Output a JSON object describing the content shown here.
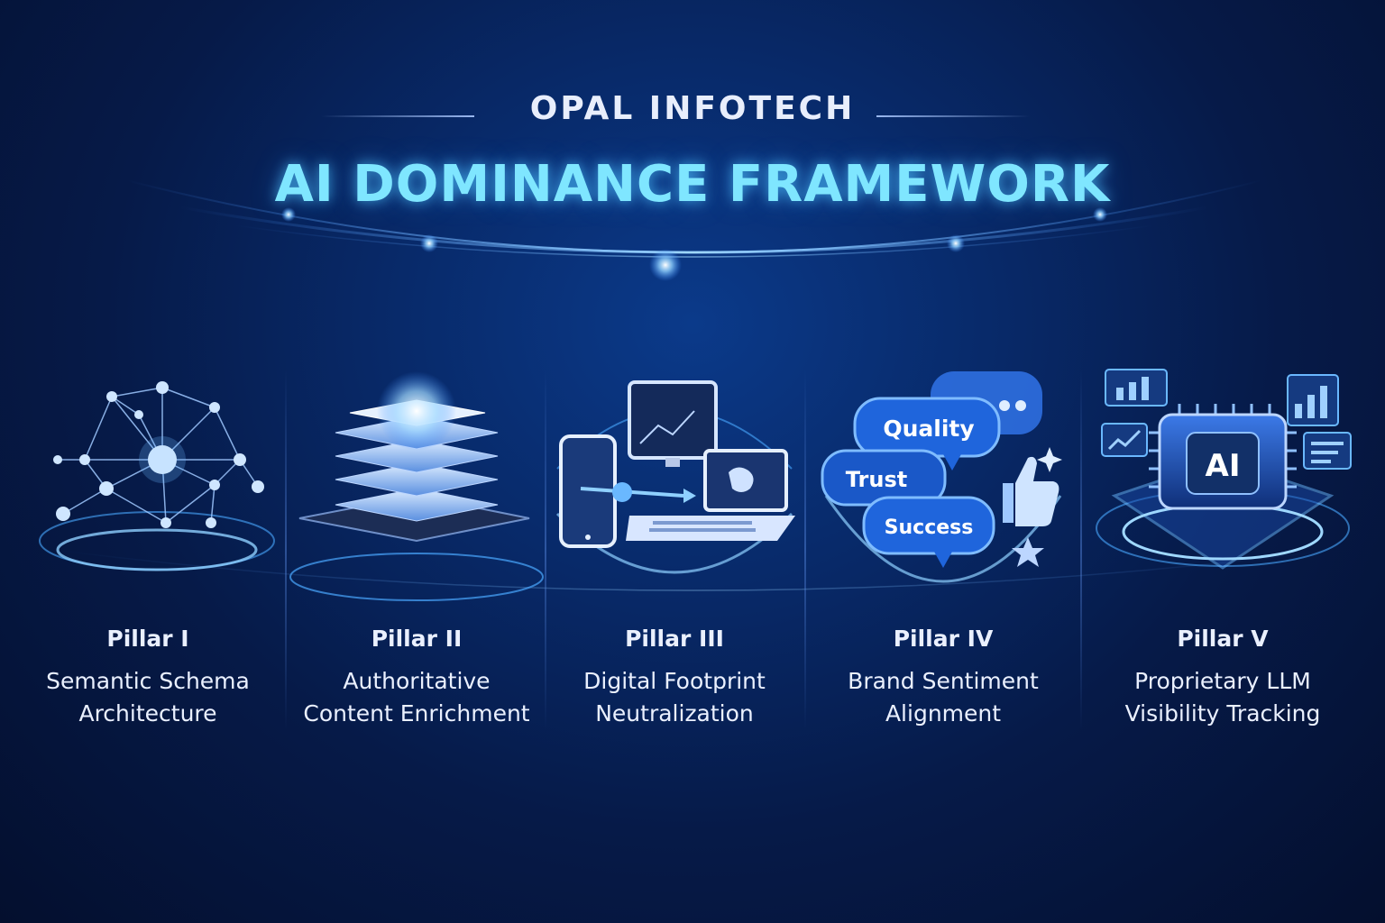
{
  "header": {
    "brand": "OPAL INFOTECH",
    "title": "AI DOMINANCE FRAMEWORK"
  },
  "pillars": [
    {
      "label": "Pillar I",
      "name_line1": "Semantic Schema",
      "name_line2": "Architecture",
      "icon": "network-globe-icon"
    },
    {
      "label": "Pillar II",
      "name_line1": "Authoritative",
      "name_line2": "Content Enrichment",
      "icon": "layer-stack-icon"
    },
    {
      "label": "Pillar III",
      "name_line1": "Digital Footprint",
      "name_line2": "Neutralization",
      "icon": "devices-icon"
    },
    {
      "label": "Pillar IV",
      "name_line1": "Brand Sentiment",
      "name_line2": "Alignment",
      "icon": "speech-bubbles-icon",
      "bubbles": [
        "Quality",
        "Trust",
        "Success"
      ]
    },
    {
      "label": "Pillar V",
      "name_line1": "Proprietary LLM",
      "name_line2": "Visibility Tracking",
      "icon": "ai-chip-icon",
      "chip_text": "AI"
    }
  ],
  "colors": {
    "accent": "#7fe6ff",
    "glow": "#4aa8ff",
    "background": "#061a48"
  }
}
